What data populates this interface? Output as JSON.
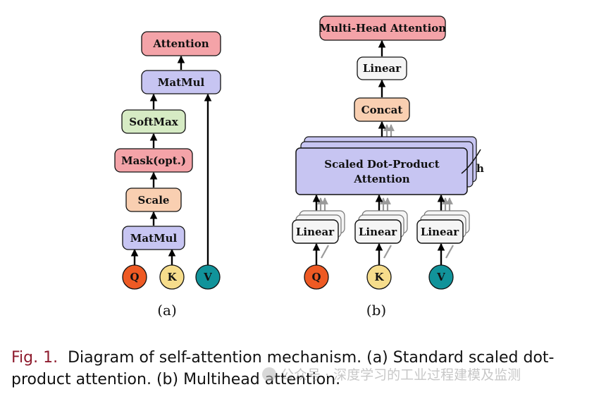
{
  "diagram_a": {
    "sublabel": "(a)",
    "blocks": {
      "attention": "Attention",
      "matmul_top": "MatMul",
      "softmax": "SoftMax",
      "mask": "Mask(opt.)",
      "scale": "Scale",
      "matmul_bottom": "MatMul"
    },
    "inputs": {
      "q": "Q",
      "k": "K",
      "v": "V"
    }
  },
  "diagram_b": {
    "sublabel": "(b)",
    "blocks": {
      "mha": "Multi-Head Attention",
      "linear_out": "Linear",
      "concat": "Concat",
      "sdpa_line1": "Scaled Dot-Product",
      "sdpa_line2": "Attention",
      "heads": "h",
      "linear_q": "Linear",
      "linear_k": "Linear",
      "linear_v": "Linear"
    },
    "inputs": {
      "q": "Q",
      "k": "K",
      "v": "V"
    }
  },
  "caption": {
    "fig_label": "Fig. 1.",
    "text": "Diagram of self-attention mechanism. (a) Standard scaled dot-product attention. (b) Multihead attention."
  },
  "watermark": "公众号 · 深度学习的工业过程建模及监测",
  "colors": {
    "attention": "#f4a3a8",
    "matmul": "#c7c5f2",
    "softmax": "#d6ebc4",
    "mask": "#f4a3a8",
    "scale": "#f9cfb1",
    "concat": "#f9cfb1",
    "linear": "#f5f5f5",
    "q": "#ee5a24",
    "k": "#f6dd8c",
    "v": "#11939a",
    "caption_label": "#8e1c2e"
  }
}
